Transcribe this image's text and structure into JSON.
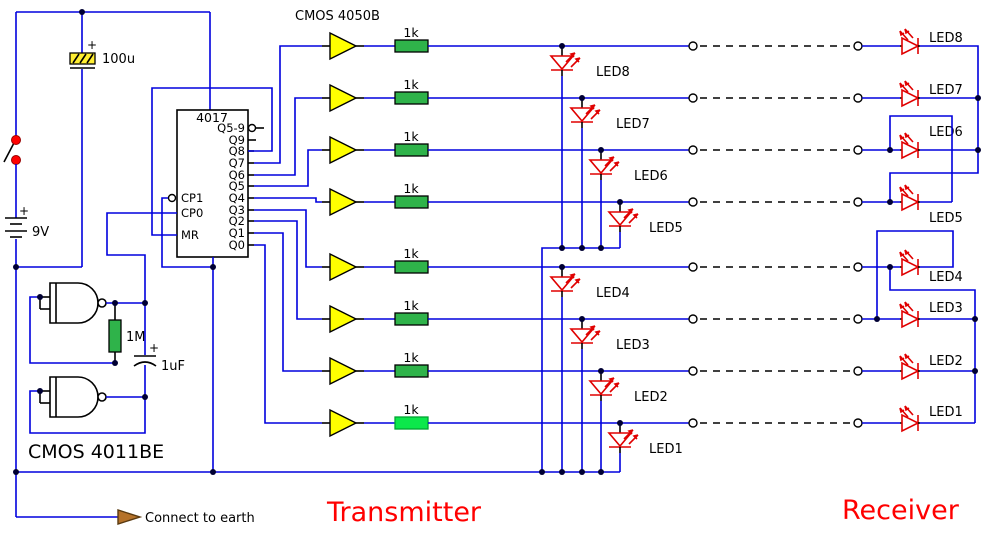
{
  "titles": {
    "transmitter": "Transmitter",
    "receiver": "Receiver"
  },
  "labels": {
    "buffer_ic": "CMOS 4050B",
    "nand_ic": "CMOS 4011BE",
    "earth_note": "Connect to earth"
  },
  "power": {
    "battery_value": "9V",
    "battery_plus": "+",
    "cap_value": "100u",
    "cap_plus": "+"
  },
  "oscillator": {
    "resistor_value": "1M",
    "cap_value": "1uF",
    "cap_plus": "+"
  },
  "counter": {
    "ic_label": "4017",
    "pins_right": [
      "Q5-9",
      "Q9",
      "Q8",
      "Q7",
      "Q6",
      "Q5",
      "Q4",
      "Q3",
      "Q2",
      "Q1",
      "Q0"
    ],
    "pins_left": [
      "CP1",
      "CP0",
      "MR"
    ]
  },
  "rows": [
    {
      "resistor": "1k",
      "tx_led": "LED8",
      "rx_led": "LED8"
    },
    {
      "resistor": "1k",
      "tx_led": "LED7",
      "rx_led": "LED7"
    },
    {
      "resistor": "1k",
      "tx_led": "LED6",
      "rx_led": "LED6"
    },
    {
      "resistor": "1k",
      "tx_led": "LED5",
      "rx_led": "LED5"
    },
    {
      "resistor": "1k",
      "tx_led": "LED4",
      "rx_led": "LED4"
    },
    {
      "resistor": "1k",
      "tx_led": "LED3",
      "rx_led": "LED3"
    },
    {
      "resistor": "1k",
      "tx_led": "LED2",
      "rx_led": "LED2"
    },
    {
      "resistor": "1k",
      "tx_led": "LED1",
      "rx_led": "LED1"
    }
  ],
  "colors": {
    "wire": "#0000dd",
    "component_outline": "#000000",
    "led_red": "#e00000",
    "buffer_yellow": "#ffff00",
    "resistor_green": "#2fb34a",
    "resistor_green_active": "#0ce84b",
    "capacitor_yellow": "#ffee33",
    "switch_red": "#ff0000",
    "earth_arrow_brown": "#b5722a",
    "title_red": "#ff0000",
    "junction": "#000033"
  }
}
